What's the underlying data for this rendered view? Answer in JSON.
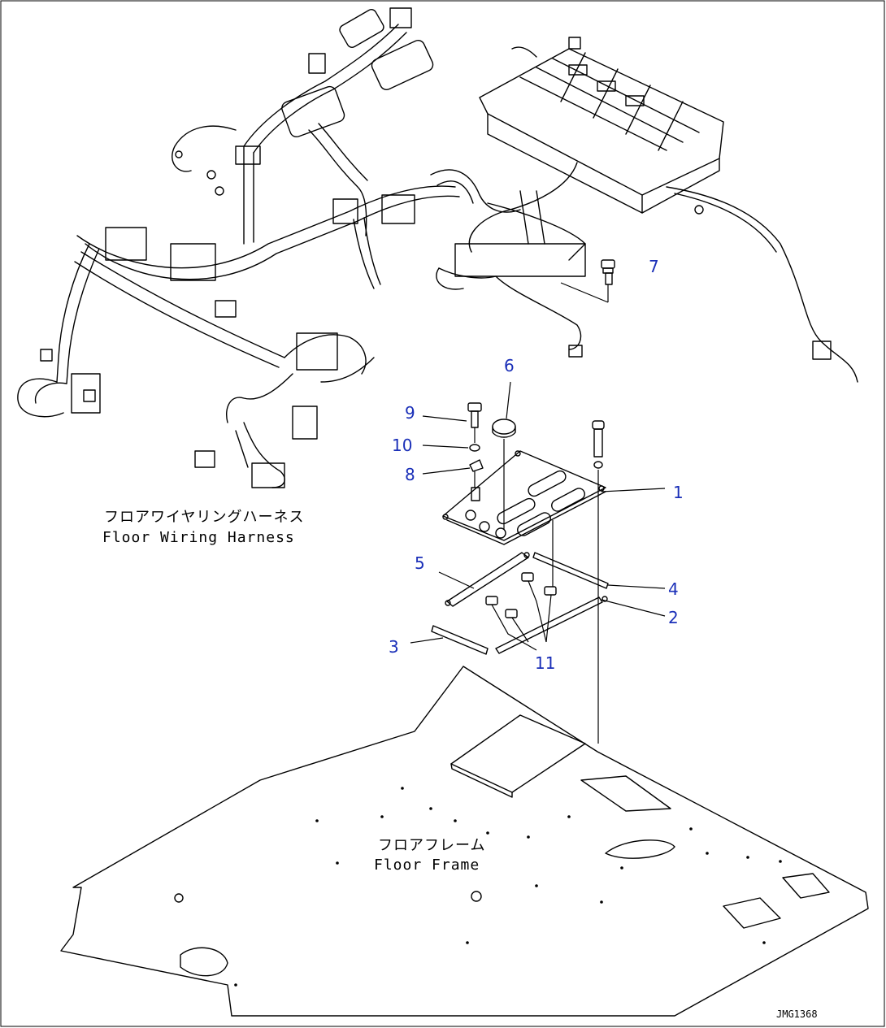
{
  "callouts": [
    {
      "id": "1",
      "text": "1"
    },
    {
      "id": "2",
      "text": "2"
    },
    {
      "id": "3",
      "text": "3"
    },
    {
      "id": "4",
      "text": "4"
    },
    {
      "id": "5",
      "text": "5"
    },
    {
      "id": "6",
      "text": "6"
    },
    {
      "id": "7",
      "text": "7"
    },
    {
      "id": "8",
      "text": "8"
    },
    {
      "id": "9",
      "text": "9"
    },
    {
      "id": "10",
      "text": "10"
    },
    {
      "id": "11",
      "text": "11"
    }
  ],
  "labels": {
    "harness_jp": "フロアワイヤリングハーネス",
    "harness_en": "Floor Wiring Harness",
    "frame_jp": "フロアフレーム",
    "frame_en": "Floor Frame"
  },
  "drawing_code": "JMG1368"
}
